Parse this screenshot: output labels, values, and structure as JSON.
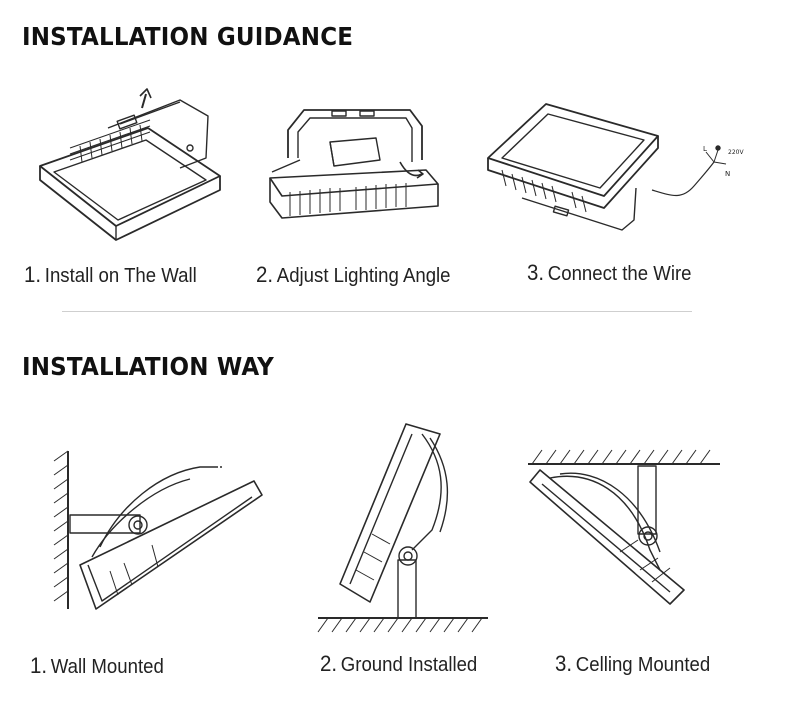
{
  "guidance": {
    "title": "INSTALLATION GUIDANCE",
    "steps": [
      {
        "num": "1.",
        "label": "Install on The Wall"
      },
      {
        "num": "2.",
        "label": "Adjust Lighting Angle"
      },
      {
        "num": "3.",
        "label": "Connect the Wire"
      }
    ],
    "wire_labels": {
      "l": "L",
      "n": "N",
      "voltage": "220V"
    }
  },
  "way": {
    "title": "INSTALLATION WAY",
    "methods": [
      {
        "num": "1.",
        "label": "Wall Mounted"
      },
      {
        "num": "2.",
        "label": "Ground Installed"
      },
      {
        "num": "3.",
        "label": "Celling Mounted"
      }
    ]
  },
  "colors": {
    "line": "#2a2a2a",
    "text": "#111111",
    "divider": "#cfcfcf"
  }
}
